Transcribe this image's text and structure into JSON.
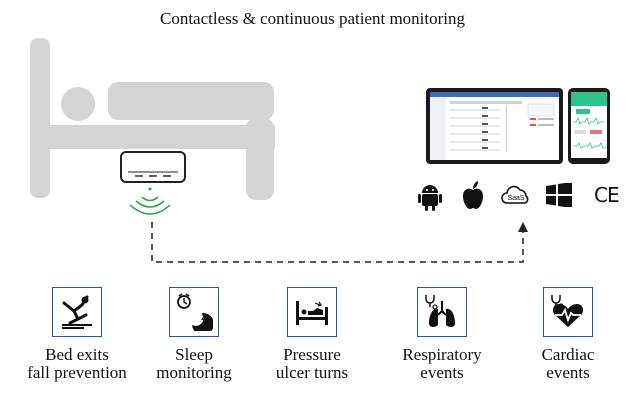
{
  "title": "Contactless &  continuous patient monitoring",
  "platforms": {
    "icons": [
      "android-icon",
      "apple-icon",
      "saas-cloud-icon",
      "windows-icon",
      "ce-mark-icon"
    ],
    "saas_label": "SaaS",
    "ce_label": "CE"
  },
  "features": [
    {
      "icon": "fall-icon",
      "line1": "Bed exits",
      "line2": "fall prevention"
    },
    {
      "icon": "sleep-icon",
      "line1": "Sleep",
      "line2": "monitoring"
    },
    {
      "icon": "bed-turn-icon",
      "line1": "Pressure",
      "line2": "ulcer turns"
    },
    {
      "icon": "lungs-icon",
      "line1": "Respiratory",
      "line2": "events"
    },
    {
      "icon": "heart-icon",
      "line1": "Cardiac",
      "line2": "events"
    }
  ],
  "colors": {
    "accent": "#2b55a6",
    "bed": "#d4d4d4",
    "sensor_wave": "#2e9a4e"
  }
}
